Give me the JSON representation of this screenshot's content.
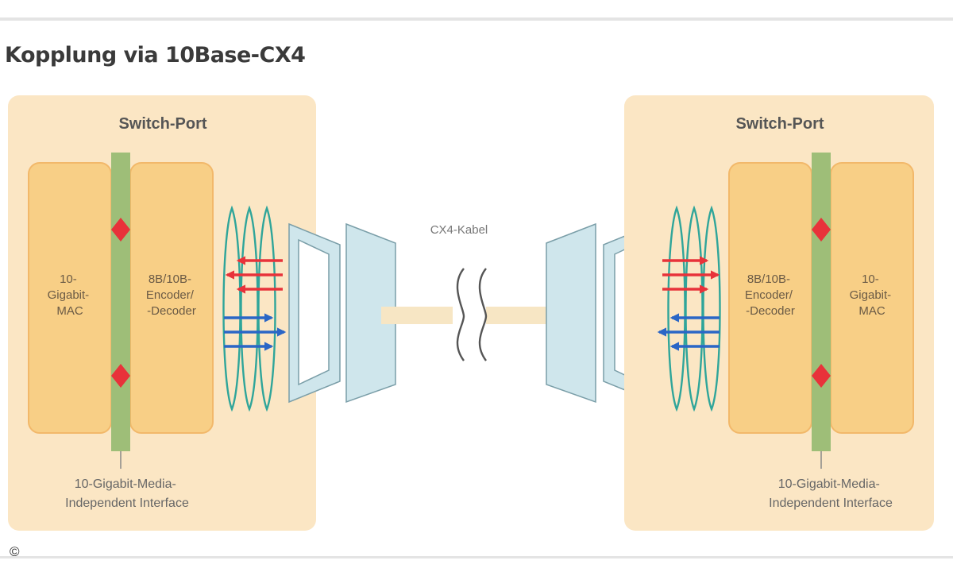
{
  "title": "Kopplung via 10Base-CX4",
  "copyright": "©",
  "cable_label": "CX4-Kabel",
  "colors": {
    "panel": "#fbe6c4",
    "box": "#f8cf86",
    "box_border": "#f2b86a",
    "bus": "#9ebe78",
    "tx_arrow": "#e8323a",
    "rx_arrow": "#2a66c6",
    "wave": "#2fa59a",
    "connector": "#cfe6ec",
    "cable": "#f7e6c4"
  },
  "left_port": {
    "heading": "Switch-Port",
    "mac_lines": [
      "10-",
      "Gigabit-",
      "MAC"
    ],
    "codec_lines": [
      "8B/10B-",
      "Encoder/",
      "-Decoder"
    ],
    "mii_lines": [
      "10-Gigabit-Media-",
      "Independent Interface"
    ]
  },
  "right_port": {
    "heading": "Switch-Port",
    "mac_lines": [
      "10-",
      "Gigabit-",
      "MAC"
    ],
    "codec_lines": [
      "8B/10B-",
      "Encoder/",
      "-Decoder"
    ],
    "mii_lines": [
      "10-Gigabit-Media-",
      "Independent Interface"
    ]
  }
}
